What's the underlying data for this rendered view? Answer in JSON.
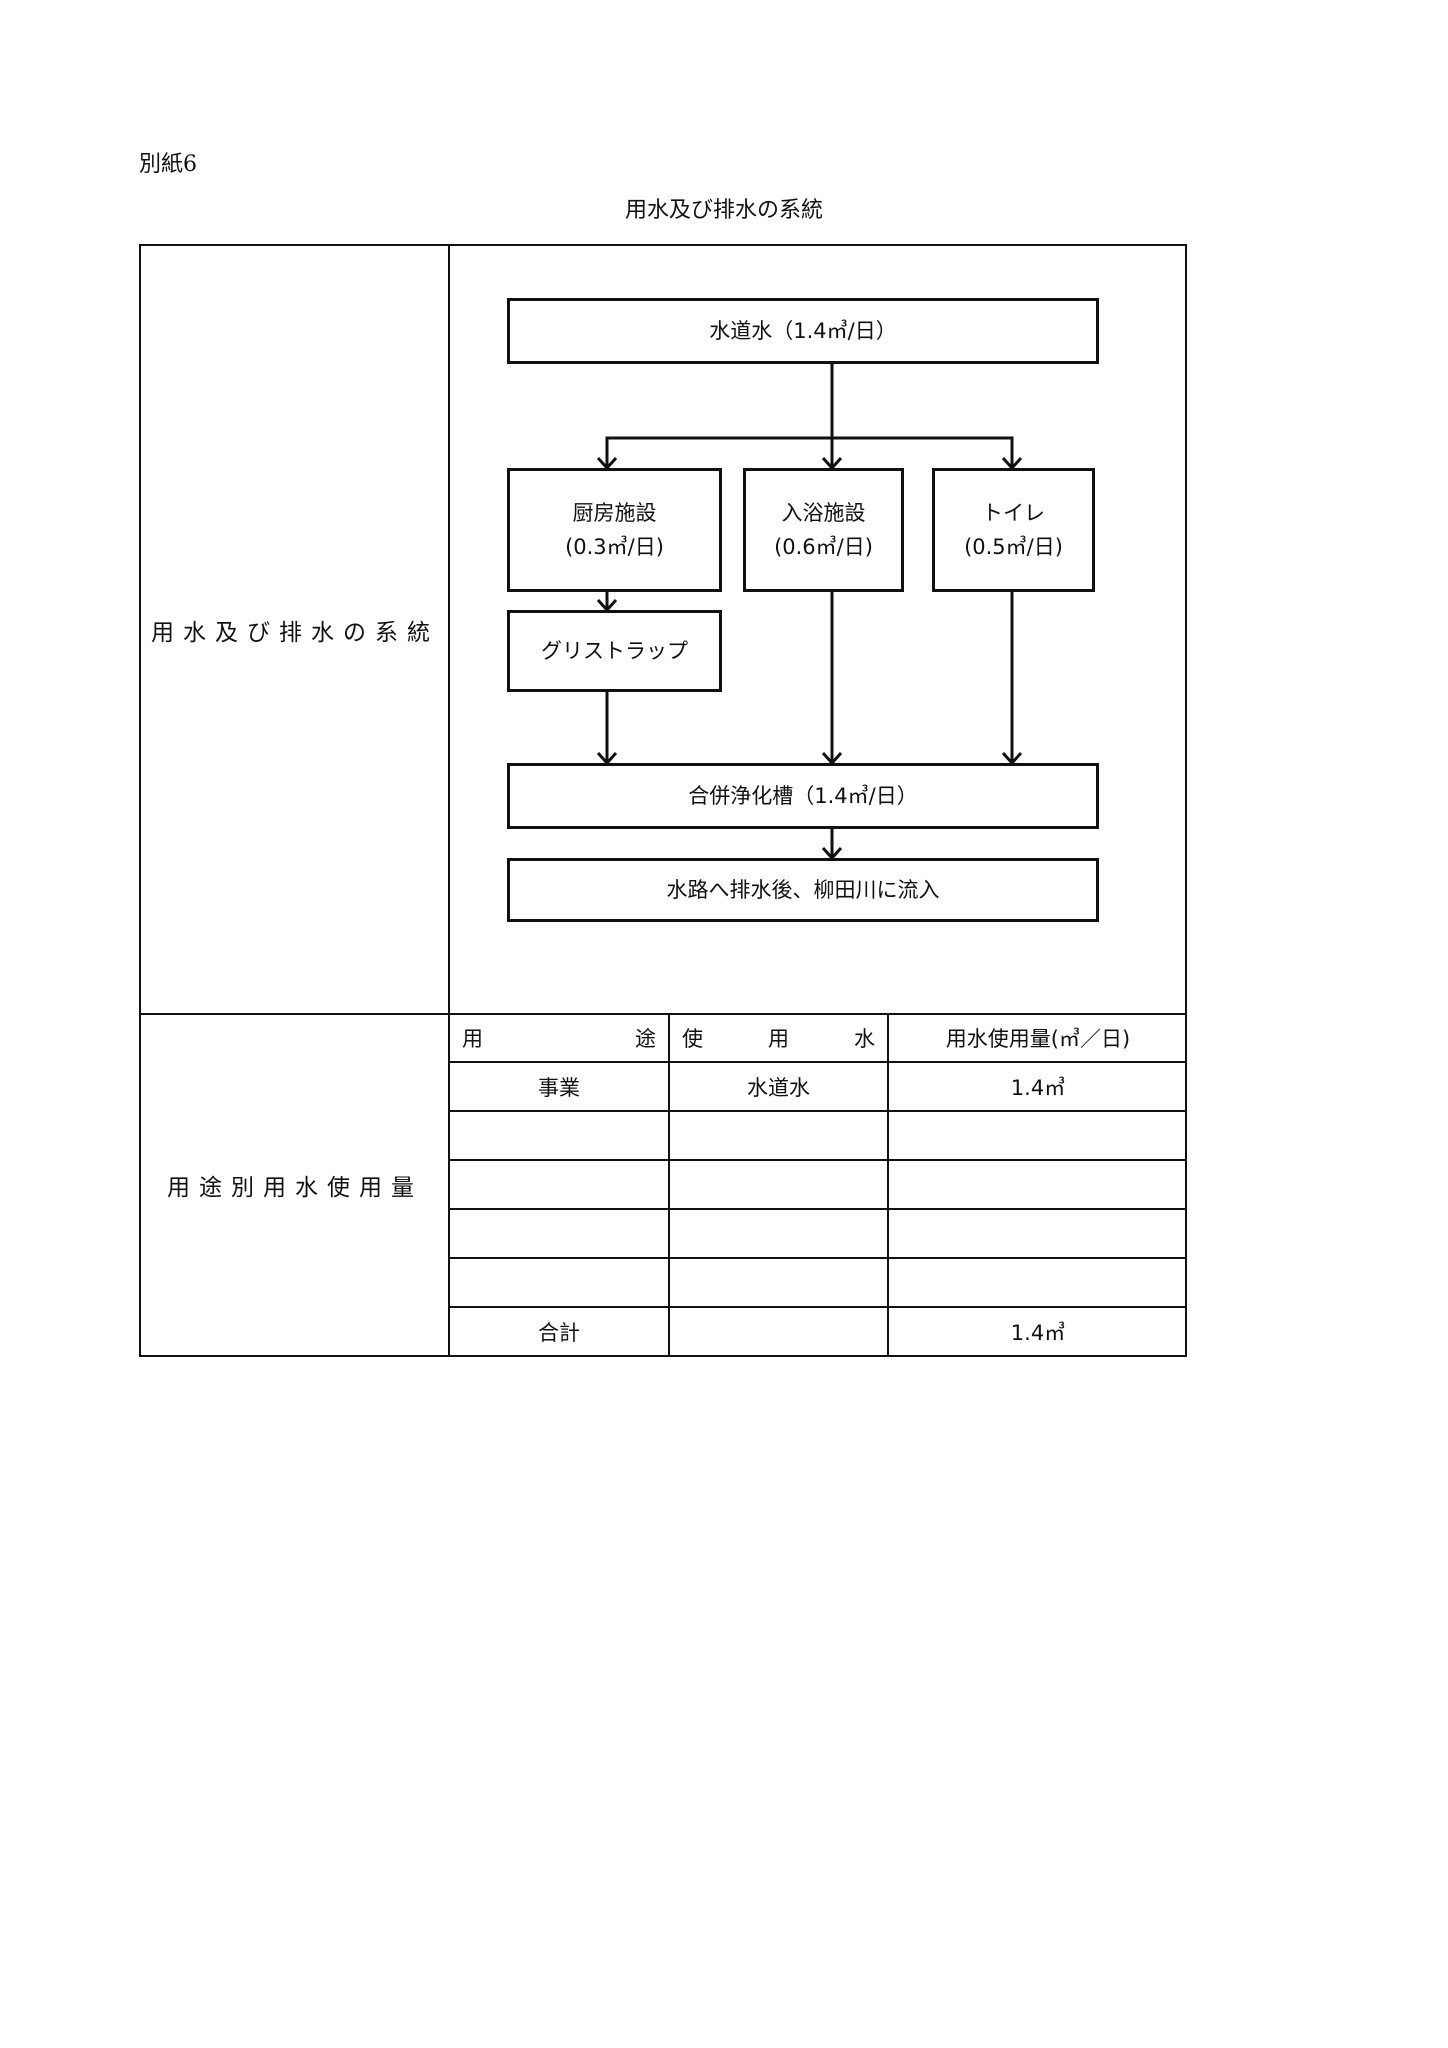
{
  "document": {
    "attachment_label": "別紙6",
    "title": "用水及び排水の系統"
  },
  "flow_section": {
    "row_label": "用水及び排水の系統",
    "source": "水道水（1.4㎥/日）",
    "facilities": [
      {
        "name": "厨房施設",
        "amount": "(0.3㎥/日)"
      },
      {
        "name": "入浴施設",
        "amount": "(0.6㎥/日)"
      },
      {
        "name": "トイレ",
        "amount": "(0.5㎥/日)"
      }
    ],
    "grease_trap": "グリストラップ",
    "septic_tank": "合併浄化槽（1.4㎥/日）",
    "discharge": "水路へ排水後、柳田川に流入"
  },
  "usage_section": {
    "row_label": "用途別用水使用量",
    "headers": {
      "use": [
        "用",
        "途"
      ],
      "water": [
        "使",
        "用",
        "水"
      ],
      "amount": "用水使用量(㎥／日)"
    },
    "rows": [
      {
        "use": "事業",
        "water": "水道水",
        "amount": "1.4㎥"
      },
      {
        "use": "",
        "water": "",
        "amount": ""
      },
      {
        "use": "",
        "water": "",
        "amount": ""
      },
      {
        "use": "",
        "water": "",
        "amount": ""
      },
      {
        "use": "",
        "water": "",
        "amount": ""
      }
    ],
    "total": {
      "use": "合計",
      "water": "",
      "amount": "1.4㎥"
    }
  }
}
